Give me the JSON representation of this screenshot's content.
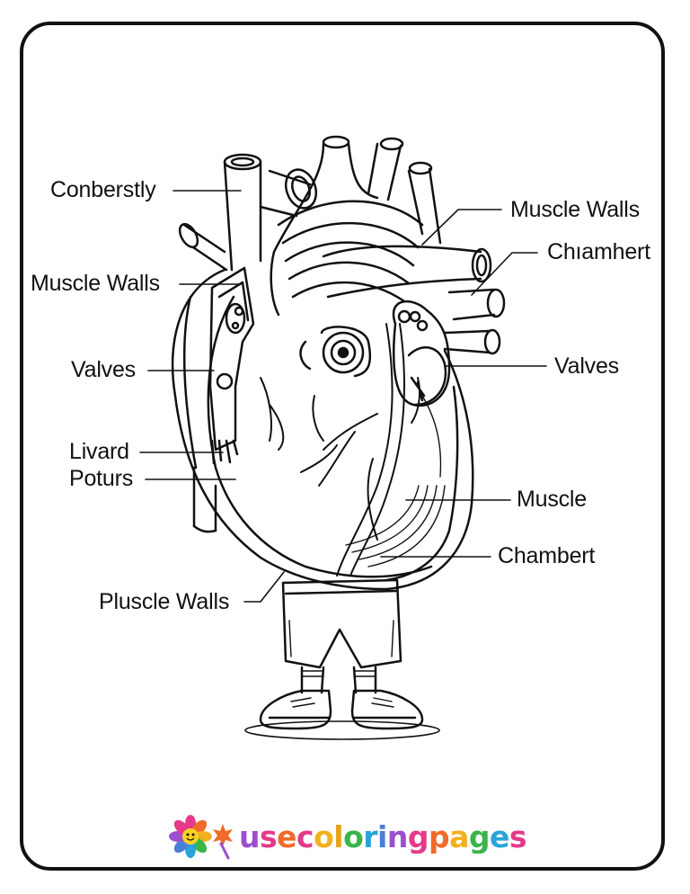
{
  "labels": {
    "conberstly": "Conberstly",
    "muscle_walls_left": "Muscle Walls",
    "valves_left": "Valves",
    "livard": "Livard",
    "poturs": "Poturs",
    "pluscle_walls": "Pluscle Walls",
    "muscle_walls_right": "Muscle Walls",
    "chiamhert": "Chıamhert",
    "valves_right": "Valves",
    "muscle": "Muscle",
    "chambert": "Chambert"
  },
  "logo": {
    "text": "usecoloringpages",
    "letter_colors": [
      "#9b4fd0",
      "#e5398a",
      "#f06a2a",
      "#e5398a",
      "#f2b01e",
      "#e8a219",
      "#3bb54a",
      "#29a3d9",
      "#4a7fd8",
      "#9b4fd0",
      "#e5398a",
      "#f06a2a",
      "#f2b01e",
      "#3bb54a",
      "#29a3d9",
      "#e5398a"
    ]
  },
  "colors": {
    "line": "#111111",
    "background": "#ffffff"
  }
}
